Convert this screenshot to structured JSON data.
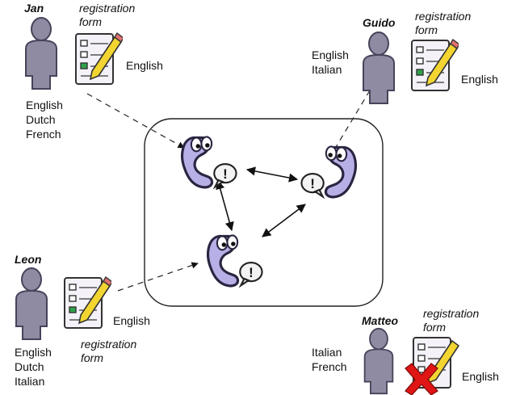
{
  "users": [
    {
      "id": "jan",
      "name": "Jan",
      "form_label": "registration\nform",
      "form_language": "English",
      "languages": [
        "English",
        "Dutch",
        "French"
      ],
      "registered": true
    },
    {
      "id": "guido",
      "name": "Guido",
      "form_label": "registration\nform",
      "form_language": "English",
      "languages": [
        "English",
        "Italian"
      ],
      "registered": true
    },
    {
      "id": "leon",
      "name": "Leon",
      "form_label": "registration\nform",
      "form_language": "English",
      "languages": [
        "English",
        "Dutch",
        "Italian"
      ],
      "registered": true
    },
    {
      "id": "matteo",
      "name": "Matteo",
      "form_label": "registration\nform",
      "form_language": "English",
      "languages": [
        "Italian",
        "French"
      ],
      "registered": false
    }
  ],
  "icons": {
    "user": "person-icon",
    "form": "registration-form-icon",
    "pencil": "pencil-icon",
    "agent": "phone-agent-icon",
    "reject": "red-x-icon"
  },
  "colors": {
    "figure": "#8f8ba3",
    "figure_dark": "#47435a",
    "agent": "#b7b0e6",
    "pencil": "#f2d531",
    "reject": "#e01515",
    "check": "#2fa24a"
  }
}
